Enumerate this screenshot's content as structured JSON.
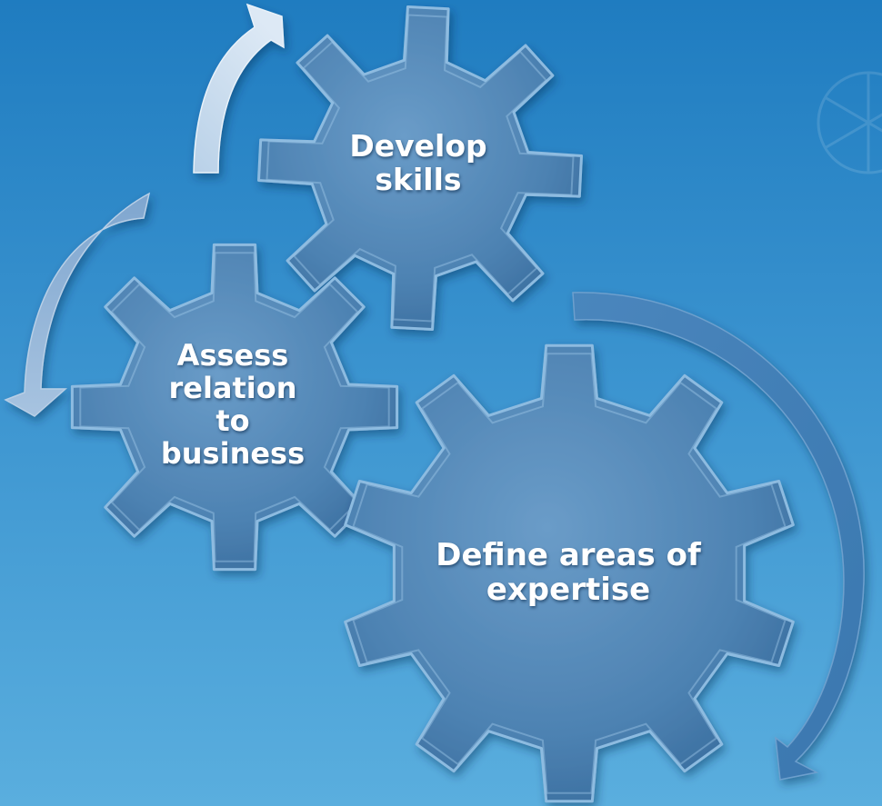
{
  "diagram": {
    "gears": [
      {
        "id": "develop",
        "label": "Develop\nskills"
      },
      {
        "id": "assess",
        "label": "Assess\nrelation\nto\nbusiness"
      },
      {
        "id": "define",
        "label": "Define areas of\nexpertise"
      }
    ]
  },
  "colors": {
    "background_top": "#1f7cc0",
    "background_bottom": "#5aaede",
    "gear_fill": "#4f86b6",
    "gear_edge": "#7fb0d8",
    "arrow_light": "#c8dcee",
    "arrow_mid": "#8fb3d8",
    "arrow_dark": "#3f7fb8"
  }
}
